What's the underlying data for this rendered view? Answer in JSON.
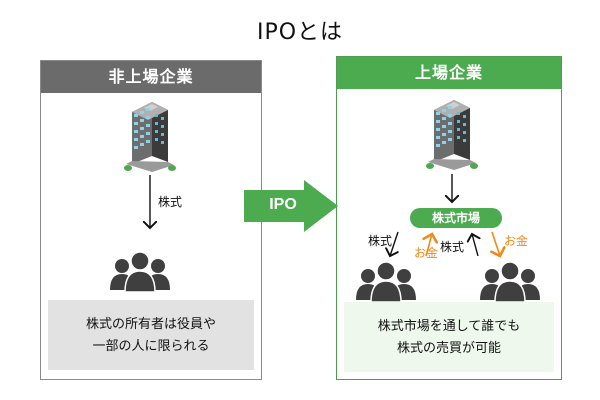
{
  "title": "IPOとは",
  "transition": {
    "label": "IPO"
  },
  "left_panel": {
    "header": "非上場企業",
    "arrow_label": "株式",
    "note_line1": "株式の所有者は役員や",
    "note_line2": "一部の人に限られる"
  },
  "right_panel": {
    "header": "上場企業",
    "market_label": "株式市場",
    "left_pair": {
      "stock_label": "株式",
      "money_label": "お金"
    },
    "right_pair": {
      "stock_label": "株式",
      "money_label": "お金"
    },
    "note_line1": "株式市場を通して誰でも",
    "note_line2": "株式の売買が可能"
  },
  "colors": {
    "green": "#4caa4f",
    "gray_header": "#6b6b6b",
    "orange": "#f08a1c"
  },
  "icons": {
    "building": "office-building-icon",
    "people": "people-group-icon"
  }
}
